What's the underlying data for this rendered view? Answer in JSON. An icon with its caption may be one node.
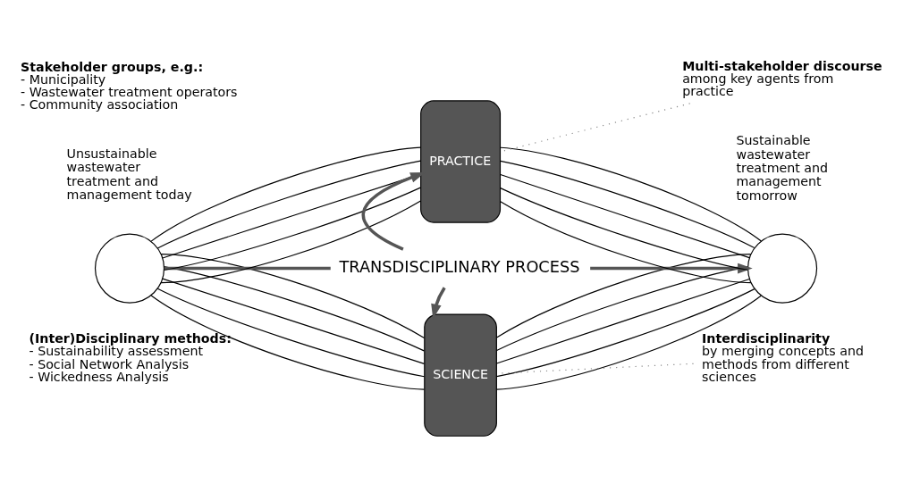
{
  "diagram": {
    "nodes": [
      {
        "text": [],
        "shape": "circle",
        "beside": [
          "Unsustainable wastewater treatment and management today"
        ]
      },
      {
        "text": [
          "SCIENCE"
        ]
      },
      {
        "text": [
          "TRANSDISCIPLINARY PROCESS"
        ]
      },
      {
        "text": [
          "PRACTICE"
        ]
      },
      {
        "text": [],
        "shape": "circle",
        "beside": [
          "Sustainable wastewater treatment and management tomorrow"
        ]
      },
      {
        "text": [
          "**Interdisciplinarity** by merging concepts and methods from different sciences"
        ]
      },
      {
        "text": [
          "**Multi-stakeholder discourse** among key agents from practice"
        ]
      }
    ],
    "edges": [
      {
        "from": 0,
        "to": 1,
        "arrow": "none"
      },
      {
        "from": 0,
        "to": 1,
        "arrow": "none"
      },
      {
        "from": 0,
        "to": 1,
        "arrow": "none"
      },
      {
        "from": 0,
        "to": 1,
        "arrow": "none"
      },
      {
        "from": 0,
        "to": 1,
        "arrow": "none"
      },
      {
        "from": 1,
        "to": 4,
        "arrow": "none"
      },
      {
        "from": 1,
        "to": 4,
        "arrow": "none"
      },
      {
        "from": 1,
        "to": 4,
        "arrow": "none"
      },
      {
        "from": 1,
        "to": 4,
        "arrow": "none"
      },
      {
        "from": 1,
        "to": 4,
        "arrow": "none"
      },
      {
        "from": 0,
        "to": 3,
        "arrow": "none"
      },
      {
        "from": 0,
        "to": 3,
        "arrow": "none"
      },
      {
        "from": 0,
        "to": 3,
        "arrow": "none"
      },
      {
        "from": 0,
        "to": 3,
        "arrow": "none"
      },
      {
        "from": 0,
        "to": 3,
        "arrow": "none"
      },
      {
        "from": 3,
        "to": 4,
        "arrow": "none"
      },
      {
        "from": 3,
        "to": 4,
        "arrow": "none"
      },
      {
        "from": 3,
        "to": 4,
        "arrow": "none"
      },
      {
        "from": 3,
        "to": 4,
        "arrow": "none"
      },
      {
        "from": 3,
        "to": 4,
        "arrow": "none"
      },
      {
        "from": 0,
        "to": 2,
        "arrow": "none",
        "style": "thick",
        "color": "#555555"
      },
      {
        "from": 2,
        "to": 1,
        "arrow": "to",
        "style": "thick",
        "color": "#555555"
      },
      {
        "from": 2,
        "to": 3,
        "arrow": "to",
        "style": "thick",
        "color": "#555555"
      },
      {
        "from": 2,
        "to": 4,
        "arrow": "to",
        "style": "thick",
        "color": "#555555"
      },
      {
        "from": 5,
        "to": 1,
        "arrow": "none",
        "style": "dashed",
        "color": "#888888"
      },
      {
        "from": 6,
        "to": 3,
        "arrow": "none",
        "style": "dashed",
        "color": "#888888"
      }
    ],
    "labels": [
      "**(Inter)Disciplinary methods:** - Sustainability assessment - Social Network Analysis - Wickedness Analysis",
      "**Stakeholder groups, e.g.:** - Municipality - Wastewater treatment operators - Community association"
    ]
  }
}
